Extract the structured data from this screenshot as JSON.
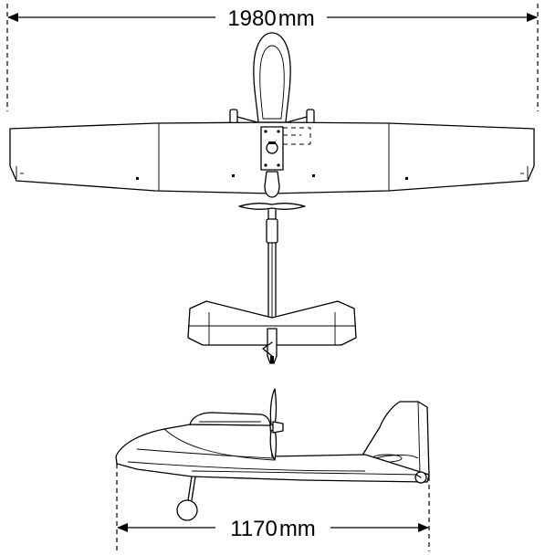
{
  "dimensions": {
    "wingspan": {
      "value": "1980",
      "unit": "mm"
    },
    "length": {
      "value": "1170",
      "unit": "mm"
    }
  },
  "colors": {
    "stroke": "#000000",
    "background": "#ffffff"
  }
}
